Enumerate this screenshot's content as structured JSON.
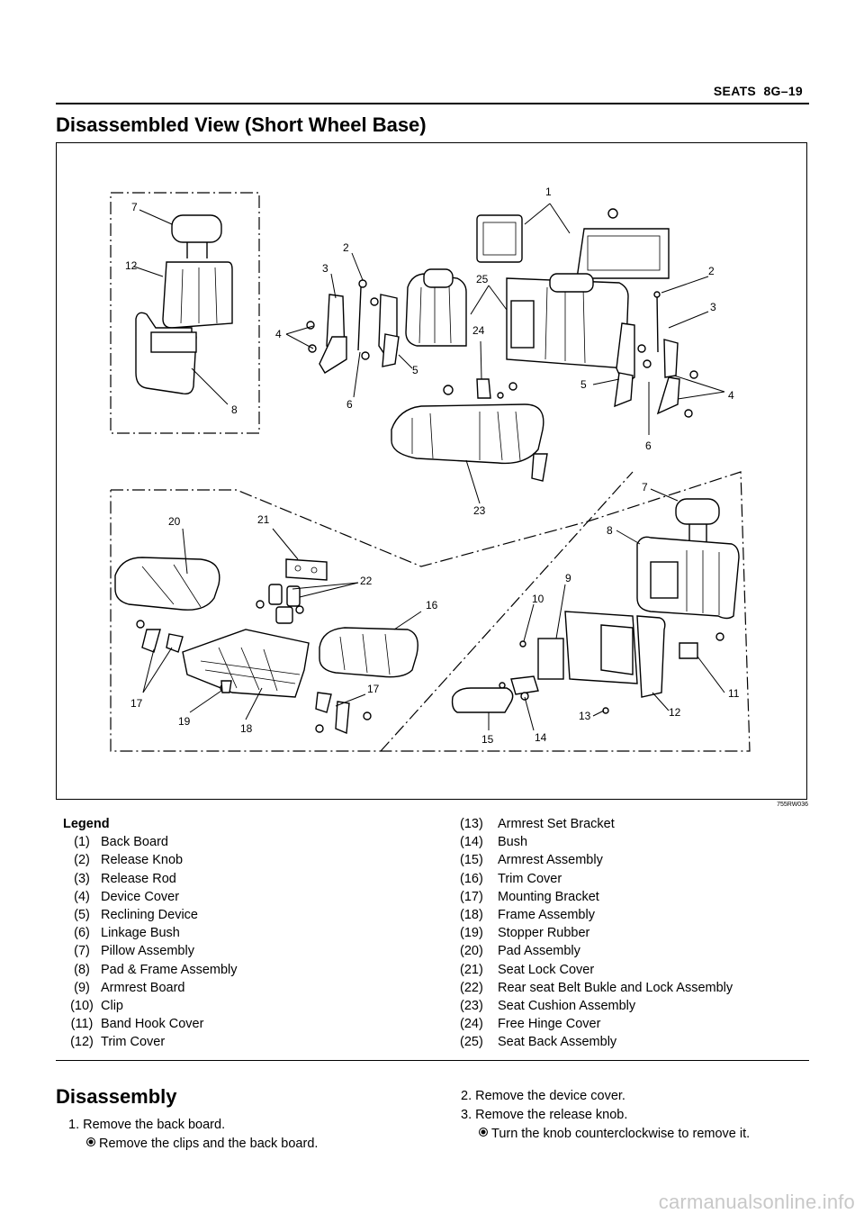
{
  "header": {
    "section": "SEATS",
    "page": "8G–19"
  },
  "title": "Disassembled View (Short Wheel Base)",
  "figure": {
    "id": "755RW036",
    "callouts": [
      "1",
      "2",
      "3",
      "4",
      "5",
      "6",
      "7",
      "8",
      "9",
      "10",
      "11",
      "12",
      "13",
      "14",
      "15",
      "16",
      "17",
      "18",
      "19",
      "20",
      "21",
      "22",
      "23",
      "24",
      "25"
    ]
  },
  "legend": {
    "heading": "Legend",
    "left": [
      {
        "num": "(1)",
        "text": "Back Board"
      },
      {
        "num": "(2)",
        "text": "Release Knob"
      },
      {
        "num": "(3)",
        "text": "Release Rod"
      },
      {
        "num": "(4)",
        "text": "Device Cover"
      },
      {
        "num": "(5)",
        "text": "Reclining Device"
      },
      {
        "num": "(6)",
        "text": "Linkage Bush"
      },
      {
        "num": "(7)",
        "text": "Pillow Assembly"
      },
      {
        "num": "(8)",
        "text": "Pad & Frame Assembly"
      },
      {
        "num": "(9)",
        "text": "Armrest Board"
      },
      {
        "num": "(10)",
        "text": "Clip"
      },
      {
        "num": "(11)",
        "text": "Band Hook Cover"
      },
      {
        "num": "(12)",
        "text": "Trim Cover"
      }
    ],
    "right": [
      {
        "num": "(13)",
        "text": "Armrest Set Bracket"
      },
      {
        "num": "(14)",
        "text": "Bush"
      },
      {
        "num": "(15)",
        "text": "Armrest Assembly"
      },
      {
        "num": "(16)",
        "text": "Trim Cover"
      },
      {
        "num": "(17)",
        "text": "Mounting Bracket"
      },
      {
        "num": "(18)",
        "text": "Frame Assembly"
      },
      {
        "num": "(19)",
        "text": "Stopper Rubber"
      },
      {
        "num": "(20)",
        "text": "Pad Assembly"
      },
      {
        "num": "(21)",
        "text": "Seat Lock Cover"
      },
      {
        "num": "(22)",
        "text": "Rear seat Belt Bukle and Lock Assembly"
      },
      {
        "num": "(23)",
        "text": "Seat Cushion Assembly"
      },
      {
        "num": "(24)",
        "text": "Free Hinge Cover"
      },
      {
        "num": "(25)",
        "text": "Seat Back Assembly"
      }
    ]
  },
  "disassembly": {
    "title": "Disassembly",
    "step1": "1. Remove the back board.",
    "step1_sub": "Remove the clips and the back board.",
    "step2": "2. Remove the device cover.",
    "step3": "3. Remove the release knob.",
    "step3_sub": "Turn the knob counterclockwise to remove it."
  },
  "watermark": "carmanualsonline.info"
}
